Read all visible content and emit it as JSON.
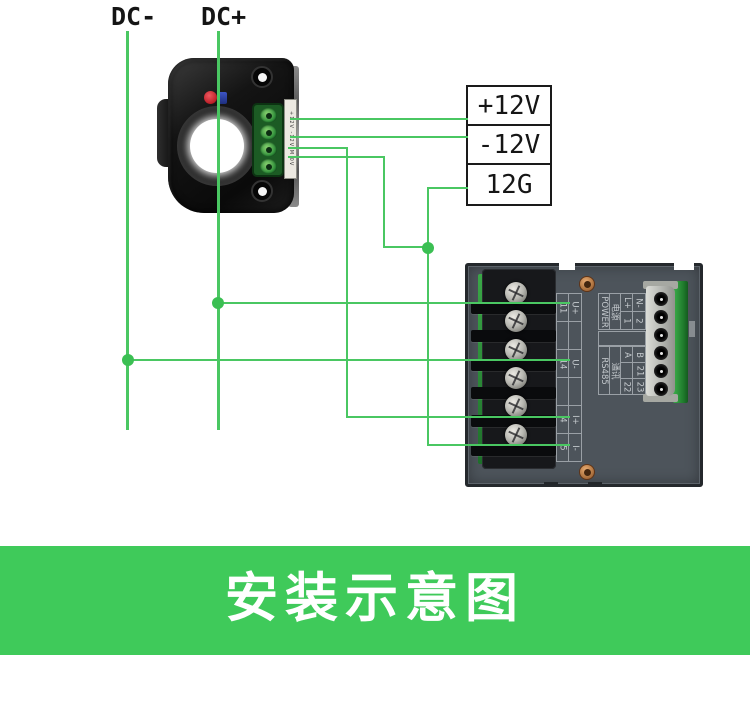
{
  "colors": {
    "wire": "#4ac762",
    "dot": "#3bbf53",
    "banner_bg": "#3fca5a"
  },
  "labels": {
    "dc_minus": "DC-",
    "dc_plus": "DC+"
  },
  "outputs": {
    "boxes": [
      {
        "label": "+12V"
      },
      {
        "label": "-12V"
      },
      {
        "label": "12G"
      }
    ]
  },
  "sensor": {
    "pin_label": "+12V -12V M 0V"
  },
  "meter": {
    "io_table": {
      "rows": [
        {
          "num": "11",
          "label": "U+"
        },
        {
          "num": "",
          "label": ""
        },
        {
          "num": "14",
          "label": "U-"
        },
        {
          "num": "",
          "label": ""
        },
        {
          "num": "4",
          "label": "I+"
        },
        {
          "num": "5",
          "label": "I-"
        }
      ]
    },
    "power_table": {
      "title": "POWER",
      "title_cn": "电源",
      "rows": [
        {
          "num": "1",
          "label": "L+"
        },
        {
          "num": "2",
          "label": "N-"
        }
      ]
    },
    "rs485_table": {
      "title": "RS485",
      "title_cn": "通讯",
      "rows": [
        {
          "num": "21",
          "label": "A"
        },
        {
          "num": "22",
          "label": "B"
        },
        {
          "num": "23",
          "label": ""
        }
      ]
    }
  },
  "banner": {
    "title": "安装示意图"
  }
}
